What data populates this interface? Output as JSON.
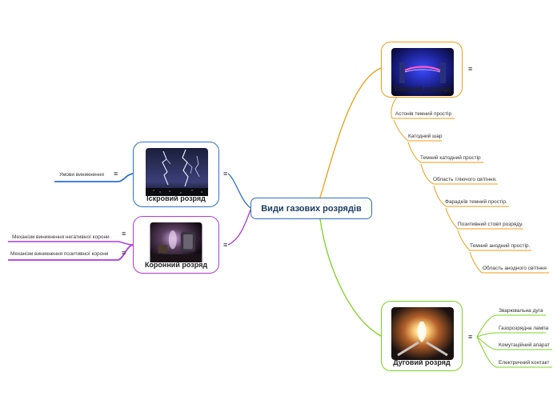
{
  "central": {
    "title": "Види газових розрядів"
  },
  "glow": {
    "title": "Тліючий розряд",
    "color": "#f39c12",
    "items": [
      "Астонів темний простір",
      "Катодний шар",
      "Темний катодний простір",
      "Область тліючого світіння.",
      "Фарадеїв темний простір.",
      "Позитивний стовп розряду.",
      "Темний анодний простір.",
      "Область анодного світіння"
    ]
  },
  "spark": {
    "title": "Іскровий розряд",
    "color": "#2f6fd8",
    "items": [
      "Умови виникнення"
    ]
  },
  "corona": {
    "title": "Коронний розряд",
    "color": "#b03adf",
    "items": [
      "Механізм виникнення негативної корони",
      "Механізм виникнення позитивної корони"
    ]
  },
  "arc": {
    "title": "Дуговий розряд",
    "color": "#7ed321",
    "items": [
      "Зварювальна дуга",
      "Газорозрядна лампа",
      "Комутаційний апарат",
      "Електричний контакт"
    ]
  },
  "icons": {
    "menu": "≡"
  }
}
